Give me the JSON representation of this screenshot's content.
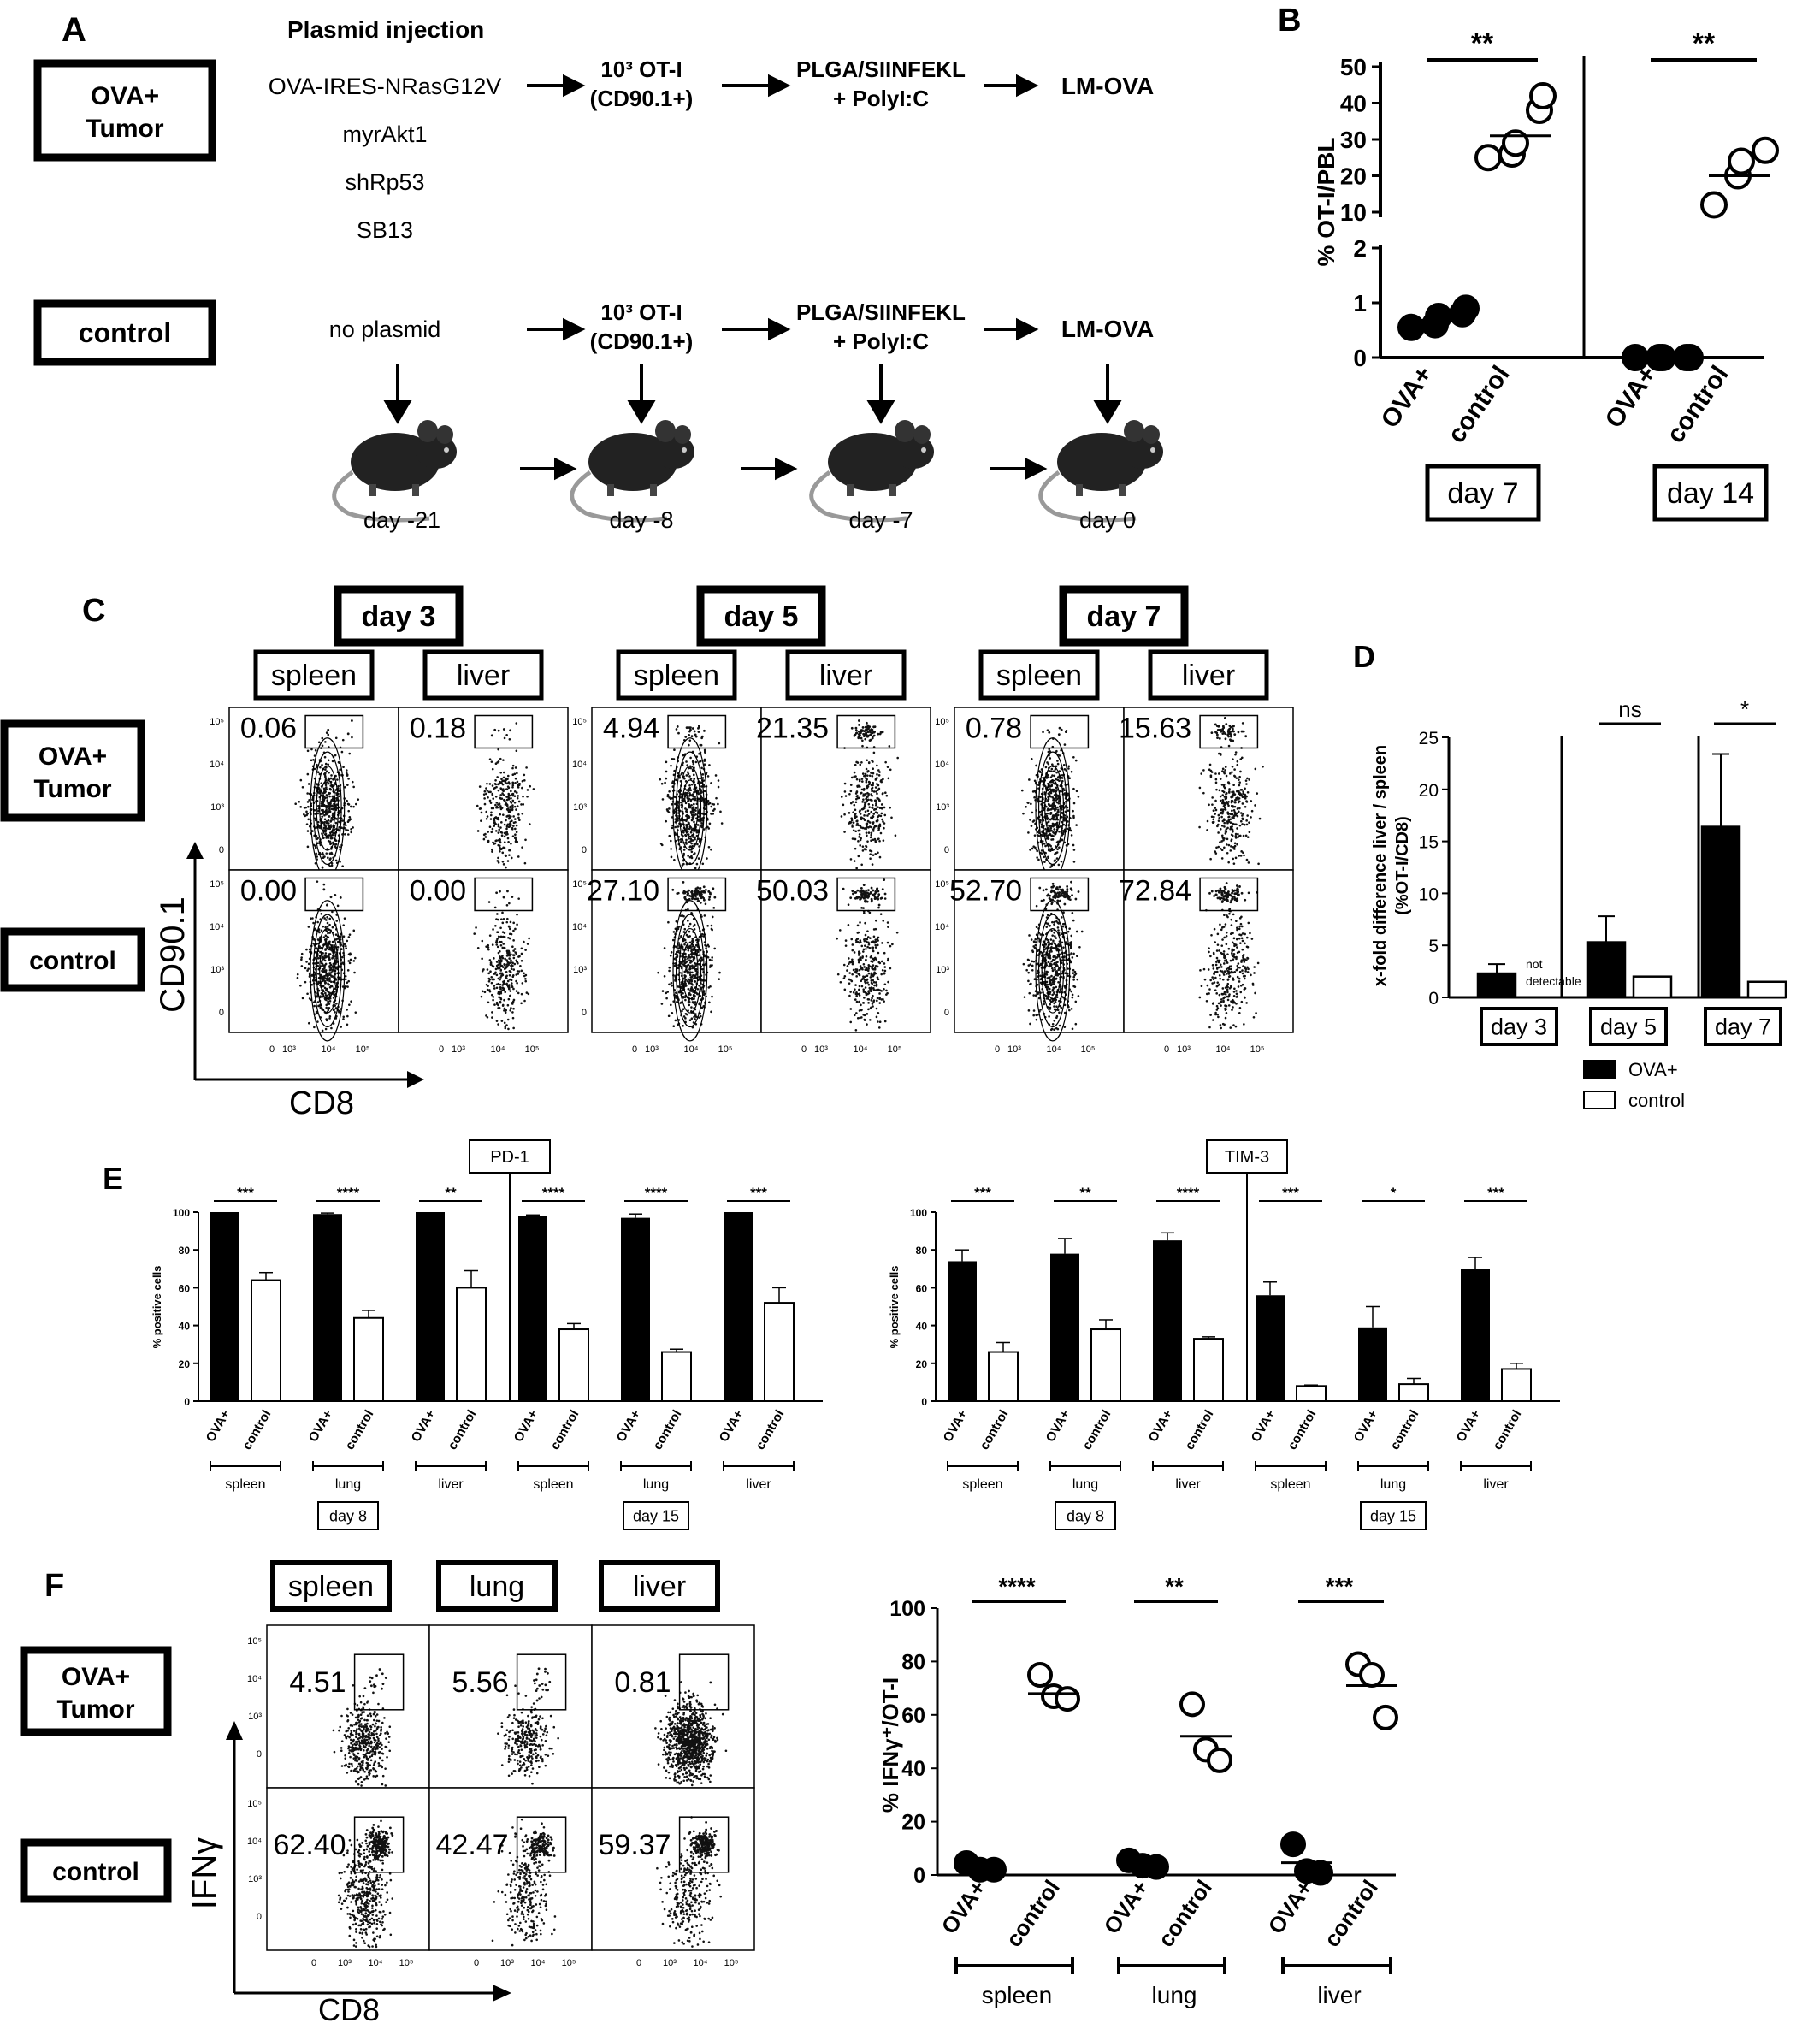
{
  "panel_letters": {
    "A": "A",
    "B": "B",
    "C": "C",
    "D": "D",
    "E": "E",
    "F": "F"
  },
  "panelA": {
    "title": "Plasmid injection",
    "ova_box": [
      "OVA+",
      "Tumor"
    ],
    "control_box": "control",
    "plasmids": [
      "OVA-IRES-NRasG12V",
      "myrAkt1",
      "shRp53",
      "SB13"
    ],
    "no_plasmid": "no plasmid",
    "otI": [
      "10³ OT-I",
      "(CD90.1+)"
    ],
    "plga": [
      "PLGA/SIINFEKL",
      "+ PolyI:C"
    ],
    "lm": "LM-OVA",
    "days": [
      "day -21",
      "day -8",
      "day -7",
      "day 0"
    ]
  },
  "chart_data": [
    {
      "panel": "B",
      "type": "scatter",
      "ylabel": "% OT-I/PBL",
      "ylim_lower": [
        0,
        2
      ],
      "yticks_lower": [
        "0",
        "1",
        "2"
      ],
      "ylim_upper": [
        10,
        50
      ],
      "yticks_upper": [
        "10",
        "20",
        "30",
        "40",
        "50"
      ],
      "groups": [
        {
          "day": "day 7",
          "sig": "**",
          "series": [
            {
              "name": "OVA+",
              "filled": true,
              "values": [
                0.55,
                0.6,
                0.75,
                0.8,
                0.9
              ],
              "mean": 0.68
            },
            {
              "name": "control",
              "filled": false,
              "values": [
                25,
                26,
                29,
                38,
                42
              ],
              "mean": 31
            }
          ]
        },
        {
          "day": "day 14",
          "sig": "**",
          "series": [
            {
              "name": "OVA+",
              "filled": true,
              "values": [
                0,
                0,
                0,
                0,
                0
              ],
              "mean": 0
            },
            {
              "name": "control",
              "filled": false,
              "values": [
                12,
                20,
                24,
                27
              ],
              "mean": 20
            }
          ]
        }
      ]
    },
    {
      "panel": "D",
      "type": "bar",
      "ylabel": [
        "x-fold difference liver / spleen",
        "(%OT-I/CD8)"
      ],
      "ylim": [
        0,
        25
      ],
      "yticks": [
        "0",
        "5",
        "10",
        "15",
        "20",
        "25"
      ],
      "categories": [
        "day 3",
        "day 5",
        "day 7"
      ],
      "series": [
        {
          "name": "OVA+",
          "values": [
            2.3,
            5.3,
            16.4
          ],
          "errors": [
            0.9,
            2.5,
            7.0
          ]
        },
        {
          "name": "control",
          "values": [
            null,
            2.0,
            1.5
          ],
          "errors": [
            0,
            0,
            0
          ]
        }
      ],
      "sig": [
        "",
        "ns",
        "*"
      ],
      "note": [
        "not",
        "detectable"
      ],
      "legend": [
        "OVA+",
        "control"
      ]
    },
    {
      "panel": "E",
      "type": "bar",
      "title": "PD-1",
      "ylabel": "% positive cells",
      "ylim": [
        0,
        100
      ],
      "yticks": [
        "0",
        "20",
        "40",
        "60",
        "80",
        "100"
      ],
      "tissues": [
        "spleen",
        "lung",
        "liver",
        "spleen",
        "lung",
        "liver"
      ],
      "series_labels": [
        "OVA+",
        "control"
      ],
      "ova": [
        100,
        99,
        100,
        98,
        97,
        100
      ],
      "ova_err": [
        0,
        0.5,
        0,
        0.5,
        2,
        0
      ],
      "control": [
        64,
        44,
        60,
        38,
        26,
        52
      ],
      "control_err": [
        4,
        4,
        9,
        3,
        1.5,
        8
      ],
      "sig": [
        "***",
        "****",
        "**",
        "****",
        "****",
        "***"
      ],
      "days": [
        "day 8",
        "day 15"
      ]
    },
    {
      "panel": "E",
      "type": "bar",
      "title": "TIM-3",
      "ylabel": "% positive cells",
      "ylim": [
        0,
        100
      ],
      "yticks": [
        "0",
        "20",
        "40",
        "60",
        "80",
        "100"
      ],
      "tissues": [
        "spleen",
        "lung",
        "liver",
        "spleen",
        "lung",
        "liver"
      ],
      "series_labels": [
        "OVA+",
        "control"
      ],
      "ova": [
        74,
        78,
        85,
        56,
        39,
        70
      ],
      "ova_err": [
        6,
        8,
        4,
        7,
        11,
        6
      ],
      "control": [
        26,
        38,
        33,
        8,
        9,
        17
      ],
      "control_err": [
        5,
        5,
        1,
        0.5,
        3,
        3
      ],
      "sig": [
        "***",
        "**",
        "****",
        "***",
        "*",
        "***"
      ],
      "days": [
        "day 8",
        "day 15"
      ]
    },
    {
      "panel": "F",
      "type": "scatter",
      "ylabel": "% IFNγ⁺/OT-I",
      "ylim": [
        0,
        100
      ],
      "yticks": [
        "0",
        "20",
        "40",
        "60",
        "80",
        "100"
      ],
      "groups": [
        {
          "tissue": "spleen",
          "sig": "****",
          "ova": [
            4.5,
            2,
            2
          ],
          "ova_mean": 2.8,
          "control": [
            75,
            67,
            66
          ],
          "control_mean": 68
        },
        {
          "tissue": "lung",
          "sig": "**",
          "ova": [
            5.5,
            3.5,
            3
          ],
          "ova_mean": 4,
          "control": [
            64,
            47,
            43
          ],
          "control_mean": 52
        },
        {
          "tissue": "liver",
          "sig": "***",
          "ova": [
            11.5,
            1.5,
            0.8
          ],
          "ova_mean": 4.6,
          "control": [
            79,
            75,
            59
          ],
          "control_mean": 71
        }
      ],
      "series_labels": [
        "OVA+",
        "control"
      ]
    }
  ],
  "panelC": {
    "days": [
      "day 3",
      "day 5",
      "day 7"
    ],
    "tissues": [
      "spleen",
      "liver"
    ],
    "rows": [
      [
        "OVA+",
        "Tumor"
      ],
      [
        "control"
      ]
    ],
    "values": [
      [
        "0.06",
        "0.18",
        "4.94",
        "21.35",
        "0.78",
        "15.63"
      ],
      [
        "0.00",
        "0.00",
        "27.10",
        "50.03",
        "52.70",
        "72.84"
      ]
    ],
    "ylabel": "CD90.1",
    "xlabel": "CD8"
  },
  "panelF_flow": {
    "tissues": [
      "spleen",
      "lung",
      "liver"
    ],
    "rows": [
      [
        "OVA+",
        "Tumor"
      ],
      [
        "control"
      ]
    ],
    "values": [
      [
        "4.51",
        "5.56",
        "0.81"
      ],
      [
        "62.40",
        "42.47",
        "59.37"
      ]
    ],
    "ylabel": "IFNγ",
    "xlabel": "CD8"
  },
  "axis_ticks": {
    "exp": [
      "10⁵",
      "10⁴",
      "10³",
      "0"
    ],
    "exp_x": [
      "0",
      "10³",
      "10⁴",
      "10⁵"
    ]
  }
}
